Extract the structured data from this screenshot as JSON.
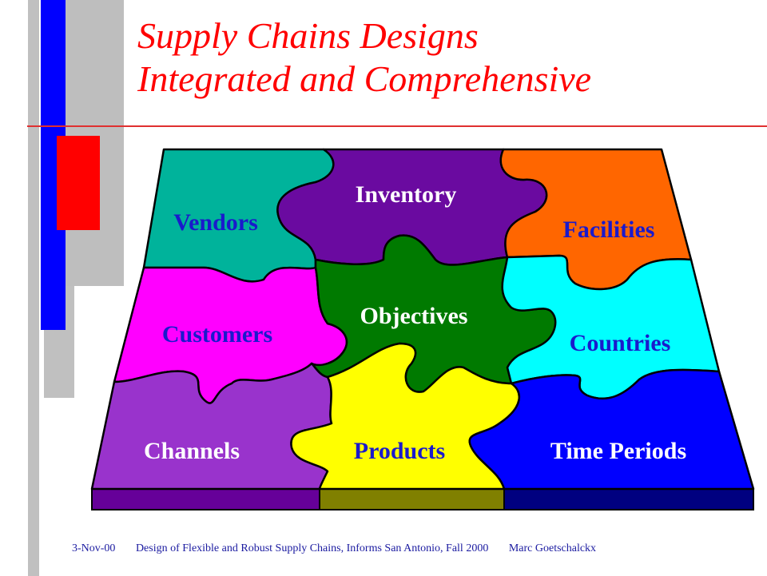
{
  "title": {
    "line1": "Supply Chains Designs",
    "line2": "Integrated and Comprehensive"
  },
  "pieces": {
    "vendors": "Vendors",
    "inventory": "Inventory",
    "facilities": "Facilities",
    "customers": "Customers",
    "objectives": "Objectives",
    "countries": "Countries",
    "channels": "Channels",
    "products": "Products",
    "time_periods": "Time Periods"
  },
  "footer": {
    "date": "3-Nov-00",
    "event": "Design of Flexible and Robust Supply Chains, Informs San Antonio, Fall 2000",
    "author": "Marc Goetschalckx"
  },
  "colors": {
    "title": "#ff0000",
    "vendors": "#00b39b",
    "inventory": "#6a0aa0",
    "facilities": "#ff6600",
    "customers": "#ff00ff",
    "objectives": "#007a00",
    "countries": "#00ffff",
    "channels": "#9933cc",
    "products": "#ffff00",
    "time_periods": "#0000ff"
  }
}
